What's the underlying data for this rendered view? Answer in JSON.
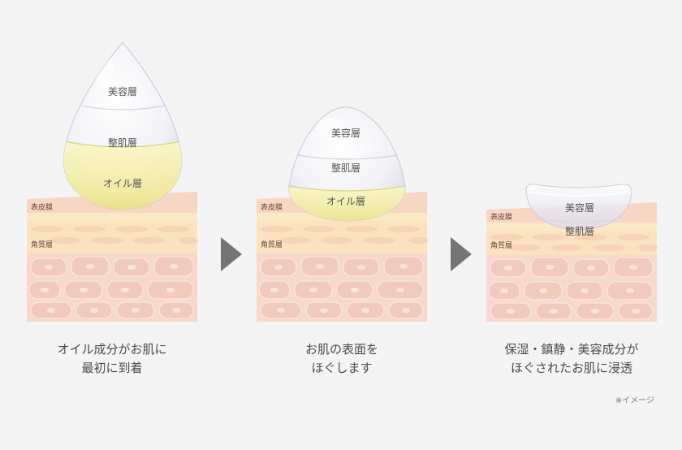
{
  "panels": [
    {
      "skin_labels": {
        "sebum": "表皮膜",
        "stratum": "角質層"
      },
      "drop_labels": [
        "美容層",
        "整肌層",
        "オイル層"
      ],
      "caption": [
        "オイル成分がお肌に",
        "最初に到着"
      ]
    },
    {
      "skin_labels": {
        "sebum": "表皮膜",
        "stratum": "角質層"
      },
      "drop_labels": [
        "美容層",
        "整肌層",
        "オイル層"
      ],
      "caption": [
        "お肌の表面を",
        "ほぐします"
      ]
    },
    {
      "skin_labels": {
        "sebum": "表皮膜",
        "stratum": "角質層"
      },
      "drop_labels": [
        "美容層",
        "整肌層"
      ],
      "caption": [
        "保湿・鎮静・美容成分が",
        "ほぐされたお肌に浸透"
      ]
    }
  ],
  "note": "※イメージ",
  "colors": {
    "background": "#f4f4f4",
    "skin_top": "#f7d6c4",
    "skin_cream": "#fbe9c6",
    "skin_cells": "#f5cfc3",
    "oil": "#efe790",
    "arrow": "#757575"
  }
}
